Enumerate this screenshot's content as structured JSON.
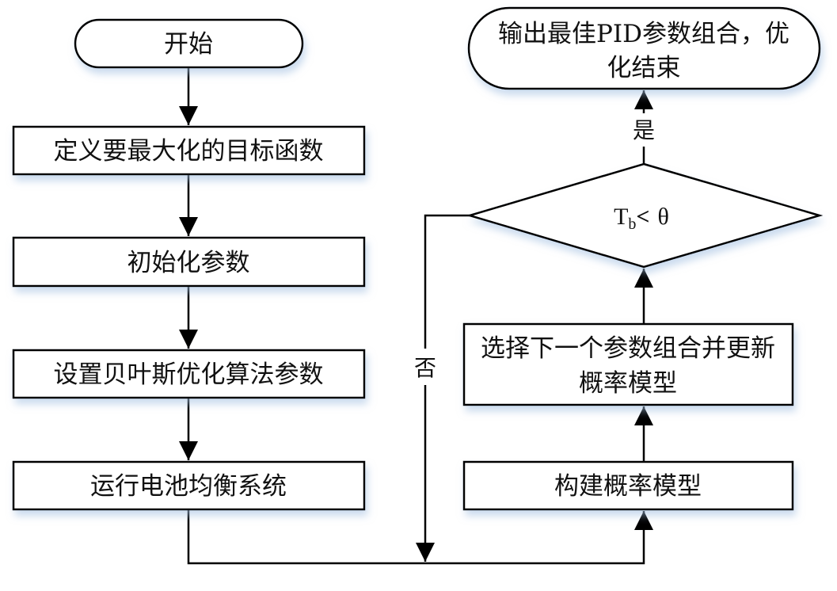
{
  "diagram": {
    "type": "flowchart",
    "nodes": {
      "start": {
        "shape": "terminal",
        "lines": [
          "开始"
        ]
      },
      "define_objective": {
        "shape": "process",
        "lines": [
          "定义要最大化的目标函数"
        ]
      },
      "init_params": {
        "shape": "process",
        "lines": [
          "初始化参数"
        ]
      },
      "set_bo_params": {
        "shape": "process",
        "lines": [
          "设置贝叶斯优化算法参数"
        ]
      },
      "run_system": {
        "shape": "process",
        "lines": [
          "运行电池均衡系统"
        ]
      },
      "build_model": {
        "shape": "process",
        "lines": [
          "构建概率模型"
        ]
      },
      "select_update": {
        "shape": "process",
        "lines": [
          "选择下一个参数组合并更新",
          "概率模型"
        ]
      },
      "decision": {
        "shape": "decision",
        "condition": {
          "var": "T",
          "sub": "b",
          "op": "<",
          "rhs": "θ"
        }
      },
      "end": {
        "shape": "terminal",
        "lines": [
          "输出最佳PID参数组合，优",
          "化结束"
        ]
      }
    },
    "edges": [
      {
        "from": "start",
        "to": "define_objective",
        "label": ""
      },
      {
        "from": "define_objective",
        "to": "init_params",
        "label": ""
      },
      {
        "from": "init_params",
        "to": "set_bo_params",
        "label": ""
      },
      {
        "from": "set_bo_params",
        "to": "run_system",
        "label": ""
      },
      {
        "from": "run_system",
        "to": "build_model",
        "label": ""
      },
      {
        "from": "build_model",
        "to": "select_update",
        "label": ""
      },
      {
        "from": "select_update",
        "to": "decision",
        "label": ""
      },
      {
        "from": "decision",
        "to": "end",
        "label": "是"
      },
      {
        "from": "decision",
        "to": "build_model",
        "label": "否"
      }
    ],
    "colors": {
      "stroke": "#000000",
      "fill": "#ffffff",
      "shadow": "#bcd3ea"
    }
  }
}
